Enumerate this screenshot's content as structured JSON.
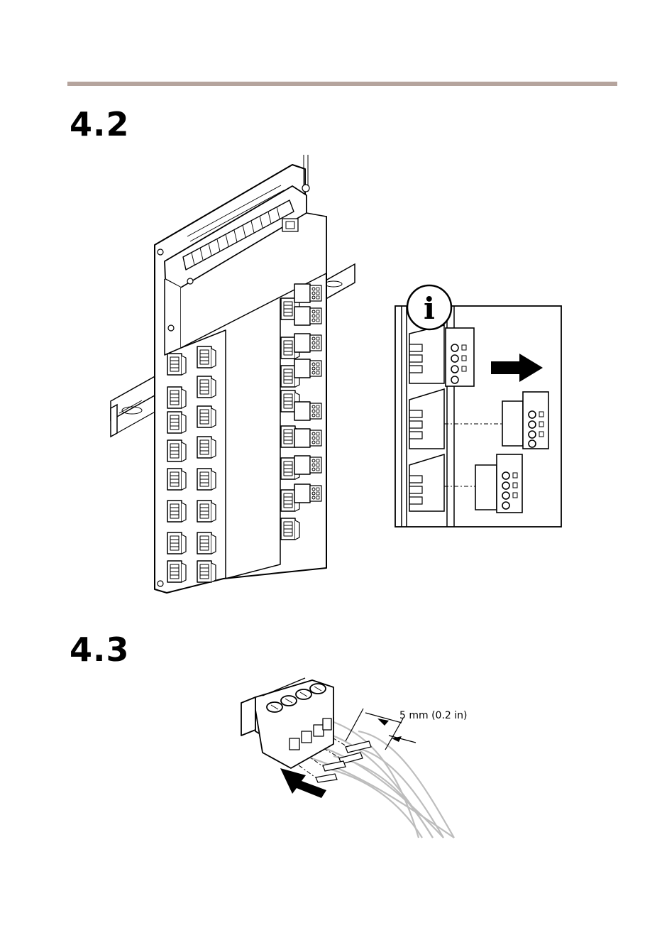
{
  "page": {
    "rule_color": "#b5a49d"
  },
  "steps": [
    {
      "number": "4.2"
    },
    {
      "number": "4.3"
    }
  ],
  "info_callout": {
    "icon": "info-icon",
    "icon_glyph": "i"
  },
  "strip_length": {
    "label": "5 mm (0.2 in)"
  }
}
